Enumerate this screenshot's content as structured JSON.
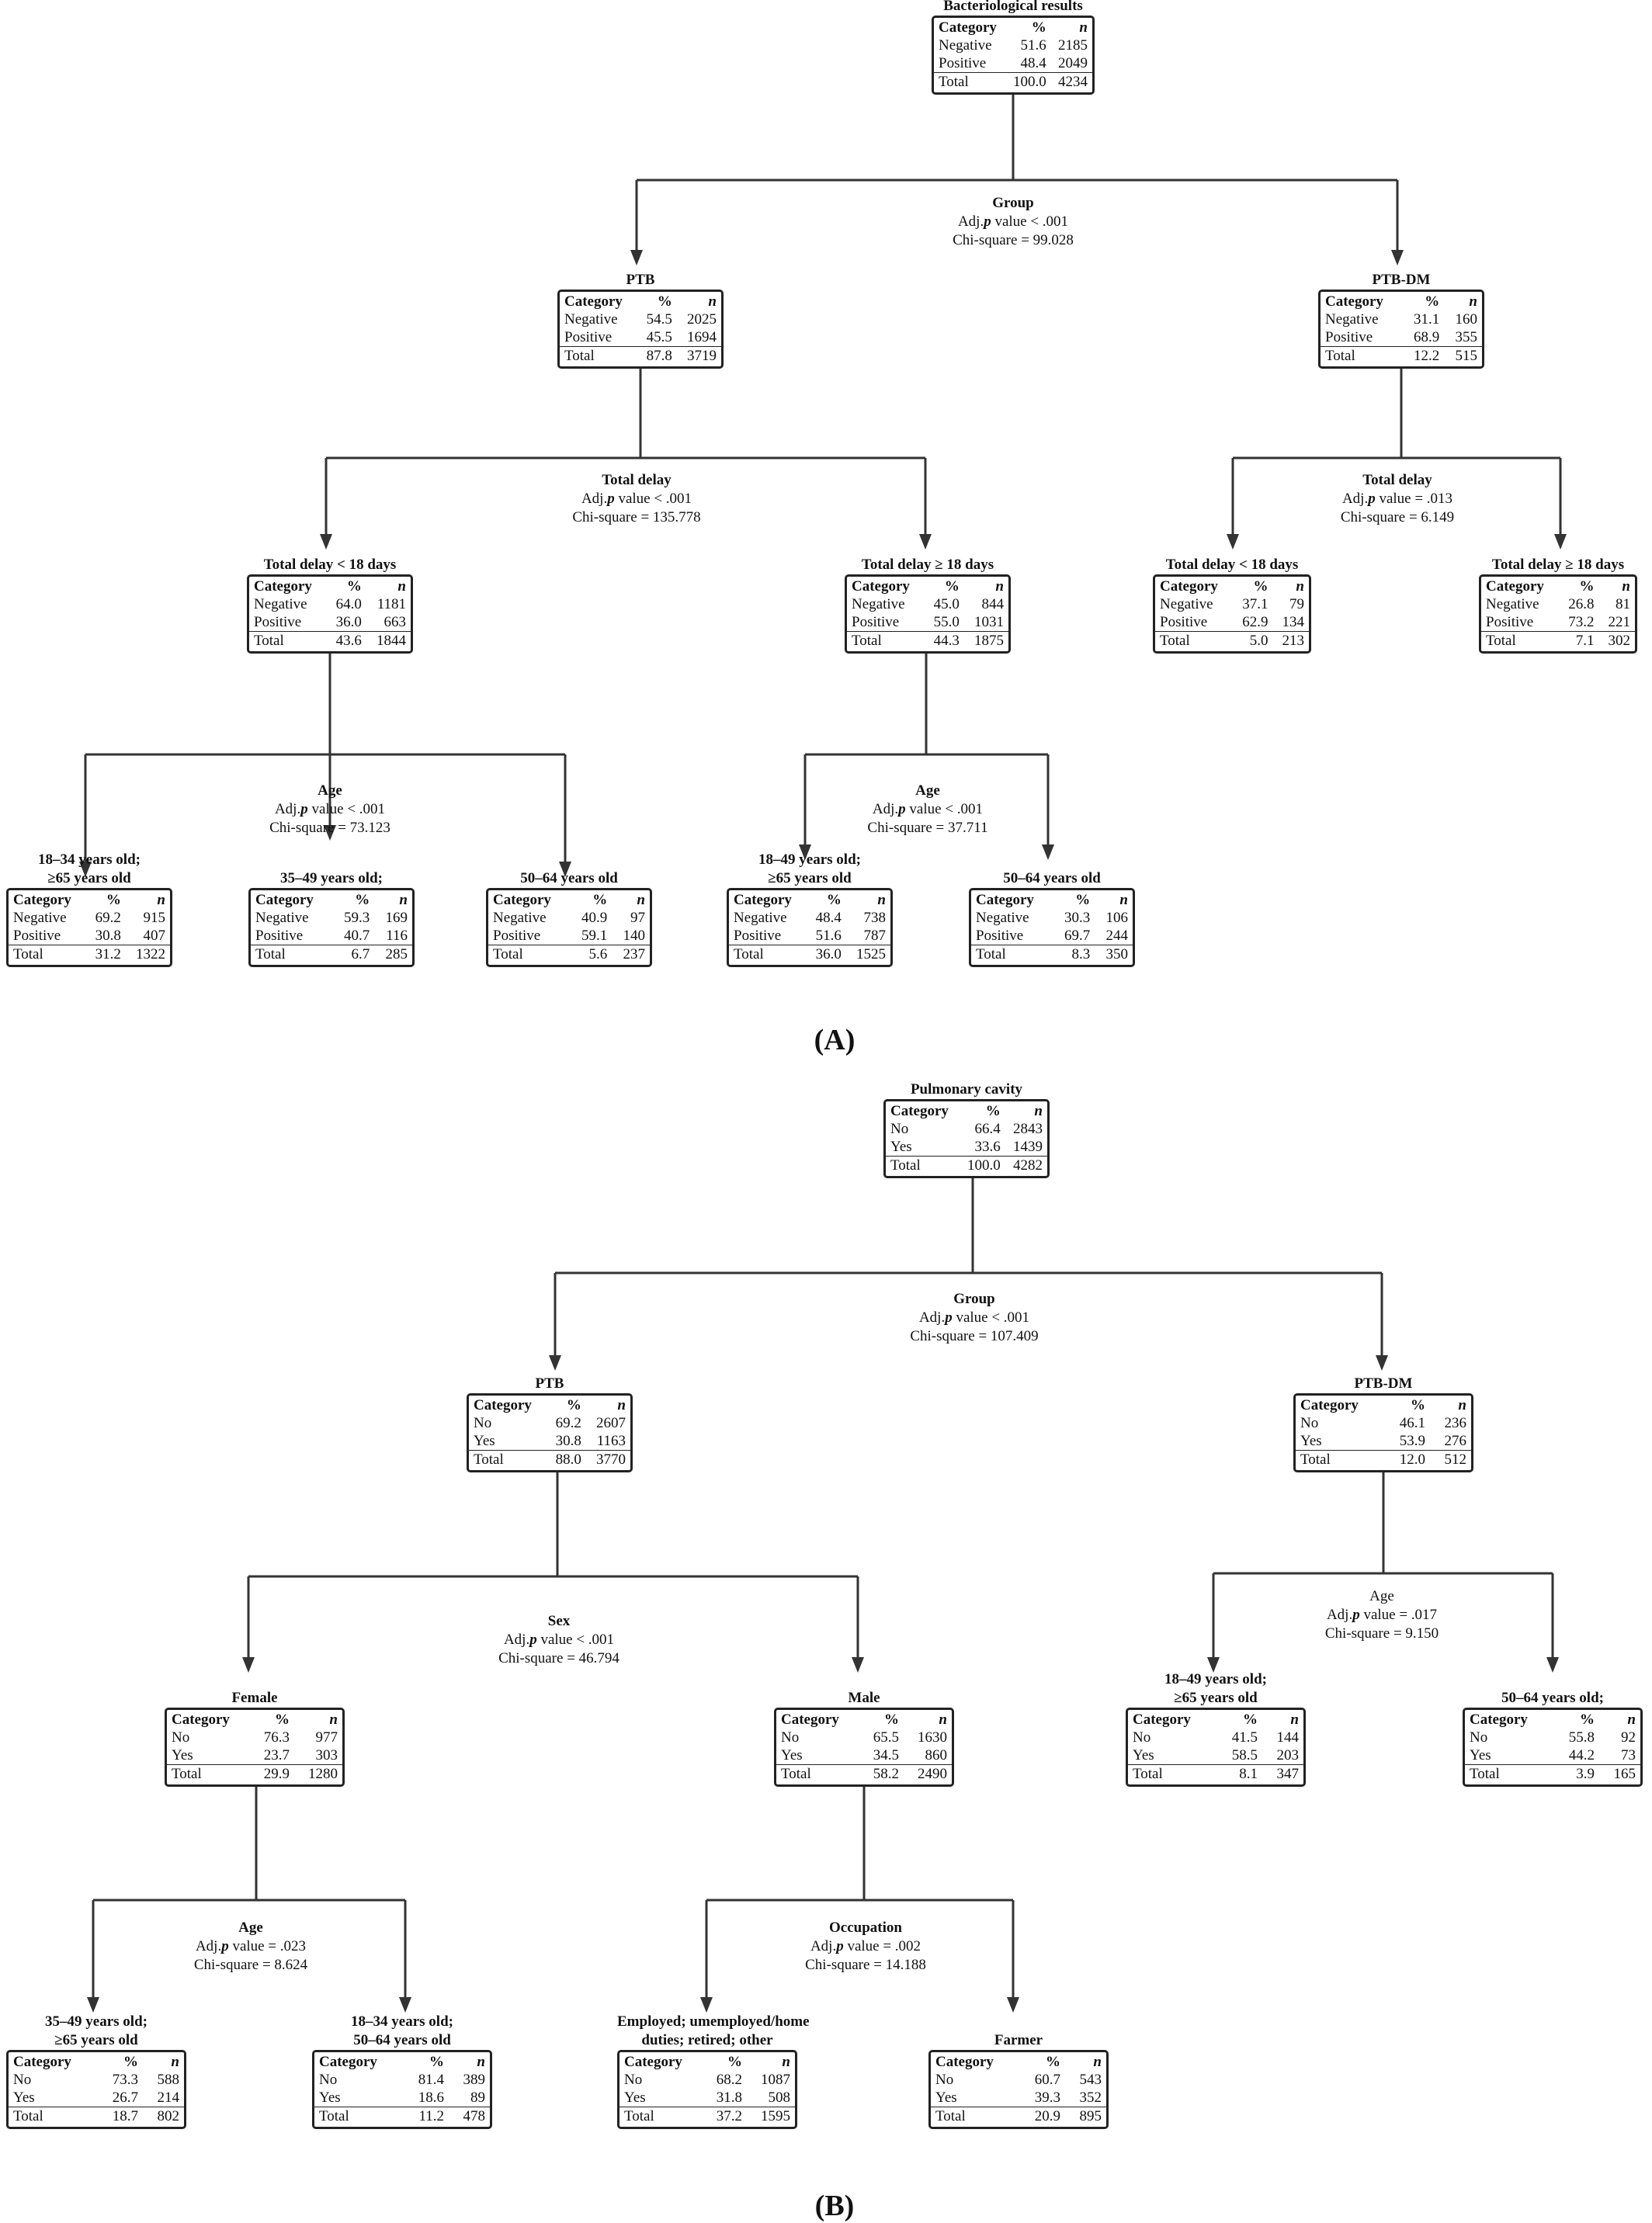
{
  "headers": {
    "category": "Category",
    "pct": "%",
    "n": "n"
  },
  "split_text": {
    "pval_prefix": "Adj.",
    "pval_p": "p",
    "chi_prefix": "Chi-square = "
  },
  "panels": [
    {
      "label": "(A)",
      "nodes": [
        {
          "id": "A0",
          "title": [
            "Bacteriological results"
          ],
          "rows": [
            [
              "Negative",
              "51.6",
              "2185"
            ],
            [
              "Positive",
              "48.4",
              "2049"
            ],
            [
              "Total",
              "100.0",
              "4234"
            ]
          ]
        },
        {
          "id": "A1",
          "title": [
            "PTB"
          ],
          "rows": [
            [
              "Negative",
              "54.5",
              "2025"
            ],
            [
              "Positive",
              "45.5",
              "1694"
            ],
            [
              "Total",
              "87.8",
              "3719"
            ]
          ]
        },
        {
          "id": "A2",
          "title": [
            "PTB-DM"
          ],
          "rows": [
            [
              "Negative",
              "31.1",
              "160"
            ],
            [
              "Positive",
              "68.9",
              "355"
            ],
            [
              "Total",
              "12.2",
              "515"
            ]
          ]
        },
        {
          "id": "A3",
          "title": [
            "Total delay < 18 days"
          ],
          "rows": [
            [
              "Negative",
              "64.0",
              "1181"
            ],
            [
              "Positive",
              "36.0",
              "663"
            ],
            [
              "Total",
              "43.6",
              "1844"
            ]
          ]
        },
        {
          "id": "A4",
          "title": [
            "Total delay ≥ 18 days"
          ],
          "rows": [
            [
              "Negative",
              "45.0",
              "844"
            ],
            [
              "Positive",
              "55.0",
              "1031"
            ],
            [
              "Total",
              "44.3",
              "1875"
            ]
          ]
        },
        {
          "id": "A5",
          "title": [
            "Total delay < 18 days"
          ],
          "rows": [
            [
              "Negative",
              "37.1",
              "79"
            ],
            [
              "Positive",
              "62.9",
              "134"
            ],
            [
              "Total",
              "5.0",
              "213"
            ]
          ]
        },
        {
          "id": "A6",
          "title": [
            "Total delay ≥ 18 days"
          ],
          "rows": [
            [
              "Negative",
              "26.8",
              "81"
            ],
            [
              "Positive",
              "73.2",
              "221"
            ],
            [
              "Total",
              "7.1",
              "302"
            ]
          ]
        },
        {
          "id": "A7",
          "title": [
            "18–34 years old;",
            "≥65 years old"
          ],
          "rows": [
            [
              "Negative",
              "69.2",
              "915"
            ],
            [
              "Positive",
              "30.8",
              "407"
            ],
            [
              "Total",
              "31.2",
              "1322"
            ]
          ]
        },
        {
          "id": "A8",
          "title": [
            "35–49 years old;"
          ],
          "rows": [
            [
              "Negative",
              "59.3",
              "169"
            ],
            [
              "Positive",
              "40.7",
              "116"
            ],
            [
              "Total",
              "6.7",
              "285"
            ]
          ]
        },
        {
          "id": "A9",
          "title": [
            "50–64 years old"
          ],
          "rows": [
            [
              "Negative",
              "40.9",
              "97"
            ],
            [
              "Positive",
              "59.1",
              "140"
            ],
            [
              "Total",
              "5.6",
              "237"
            ]
          ]
        },
        {
          "id": "A10",
          "title": [
            "18–49 years old;",
            "≥65 years old"
          ],
          "rows": [
            [
              "Negative",
              "48.4",
              "738"
            ],
            [
              "Positive",
              "51.6",
              "787"
            ],
            [
              "Total",
              "36.0",
              "1525"
            ]
          ]
        },
        {
          "id": "A11",
          "title": [
            "50–64 years old"
          ],
          "rows": [
            [
              "Negative",
              "30.3",
              "106"
            ],
            [
              "Positive",
              "69.7",
              "244"
            ],
            [
              "Total",
              "8.3",
              "350"
            ]
          ]
        }
      ],
      "splits": [
        {
          "id": "SA0",
          "variable": "Group",
          "pval": "value < .001",
          "chi": "99.028",
          "bold": true
        },
        {
          "id": "SA1",
          "variable": "Total delay",
          "pval": "value < .001",
          "chi": "135.778",
          "bold": true
        },
        {
          "id": "SA2",
          "variable": "Total delay",
          "pval": "value = .013",
          "chi": "6.149",
          "bold": true
        },
        {
          "id": "SA3",
          "variable": "Age",
          "pval": "value < .001",
          "chi": "73.123",
          "bold": true
        },
        {
          "id": "SA4",
          "variable": "Age",
          "pval": "value < .001",
          "chi": "37.711",
          "bold": true
        }
      ]
    },
    {
      "label": "(B)",
      "nodes": [
        {
          "id": "B0",
          "title": [
            "Pulmonary cavity"
          ],
          "rows": [
            [
              "No",
              "66.4",
              "2843"
            ],
            [
              "Yes",
              "33.6",
              "1439"
            ],
            [
              "Total",
              "100.0",
              "4282"
            ]
          ]
        },
        {
          "id": "B1",
          "title": [
            "PTB"
          ],
          "rows": [
            [
              "No",
              "69.2",
              "2607"
            ],
            [
              "Yes",
              "30.8",
              "1163"
            ],
            [
              "Total",
              "88.0",
              "3770"
            ]
          ]
        },
        {
          "id": "B2",
          "title": [
            "PTB-DM"
          ],
          "rows": [
            [
              "No",
              "46.1",
              "236"
            ],
            [
              "Yes",
              "53.9",
              "276"
            ],
            [
              "Total",
              "12.0",
              "512"
            ]
          ]
        },
        {
          "id": "B3",
          "title": [
            "Female"
          ],
          "rows": [
            [
              "No",
              "76.3",
              "977"
            ],
            [
              "Yes",
              "23.7",
              "303"
            ],
            [
              "Total",
              "29.9",
              "1280"
            ]
          ]
        },
        {
          "id": "B4",
          "title": [
            "Male"
          ],
          "rows": [
            [
              "No",
              "65.5",
              "1630"
            ],
            [
              "Yes",
              "34.5",
              "860"
            ],
            [
              "Total",
              "58.2",
              "2490"
            ]
          ]
        },
        {
          "id": "B5",
          "title": [
            "18–49 years old;",
            "≥65 years old"
          ],
          "rows": [
            [
              "No",
              "41.5",
              "144"
            ],
            [
              "Yes",
              "58.5",
              "203"
            ],
            [
              "Total",
              "8.1",
              "347"
            ]
          ]
        },
        {
          "id": "B6",
          "title": [
            "50–64 years old;"
          ],
          "rows": [
            [
              "No",
              "55.8",
              "92"
            ],
            [
              "Yes",
              "44.2",
              "73"
            ],
            [
              "Total",
              "3.9",
              "165"
            ]
          ]
        },
        {
          "id": "B7",
          "title": [
            "35–49 years old;",
            "≥65 years old"
          ],
          "rows": [
            [
              "No",
              "73.3",
              "588"
            ],
            [
              "Yes",
              "26.7",
              "214"
            ],
            [
              "Total",
              "18.7",
              "802"
            ]
          ]
        },
        {
          "id": "B8",
          "title": [
            "18–34 years old;",
            "50–64 years old"
          ],
          "rows": [
            [
              "No",
              "81.4",
              "389"
            ],
            [
              "Yes",
              "18.6",
              "89"
            ],
            [
              "Total",
              "11.2",
              "478"
            ]
          ]
        },
        {
          "id": "B9",
          "title": [
            "Employed; umemployed/home",
            "duties; retired; other"
          ],
          "rows": [
            [
              "No",
              "68.2",
              "1087"
            ],
            [
              "Yes",
              "31.8",
              "508"
            ],
            [
              "Total",
              "37.2",
              "1595"
            ]
          ]
        },
        {
          "id": "B10",
          "title": [
            "Farmer"
          ],
          "rows": [
            [
              "No",
              "60.7",
              "543"
            ],
            [
              "Yes",
              "39.3",
              "352"
            ],
            [
              "Total",
              "20.9",
              "895"
            ]
          ]
        }
      ],
      "splits": [
        {
          "id": "SB0",
          "variable": "Group",
          "pval": "value < .001",
          "chi": "107.409",
          "bold": true
        },
        {
          "id": "SB1",
          "variable": "Sex",
          "pval": "value < .001",
          "chi": "46.794",
          "bold": true
        },
        {
          "id": "SB2",
          "variable": "Age",
          "pval": "value = .017",
          "chi": "9.150",
          "bold": false
        },
        {
          "id": "SB3",
          "variable": "Age",
          "pval": "value = .023",
          "chi": "8.624",
          "bold": true
        },
        {
          "id": "SB4",
          "variable": "Occupation",
          "pval": "value = .002",
          "chi": "14.188",
          "bold": true
        }
      ]
    }
  ]
}
